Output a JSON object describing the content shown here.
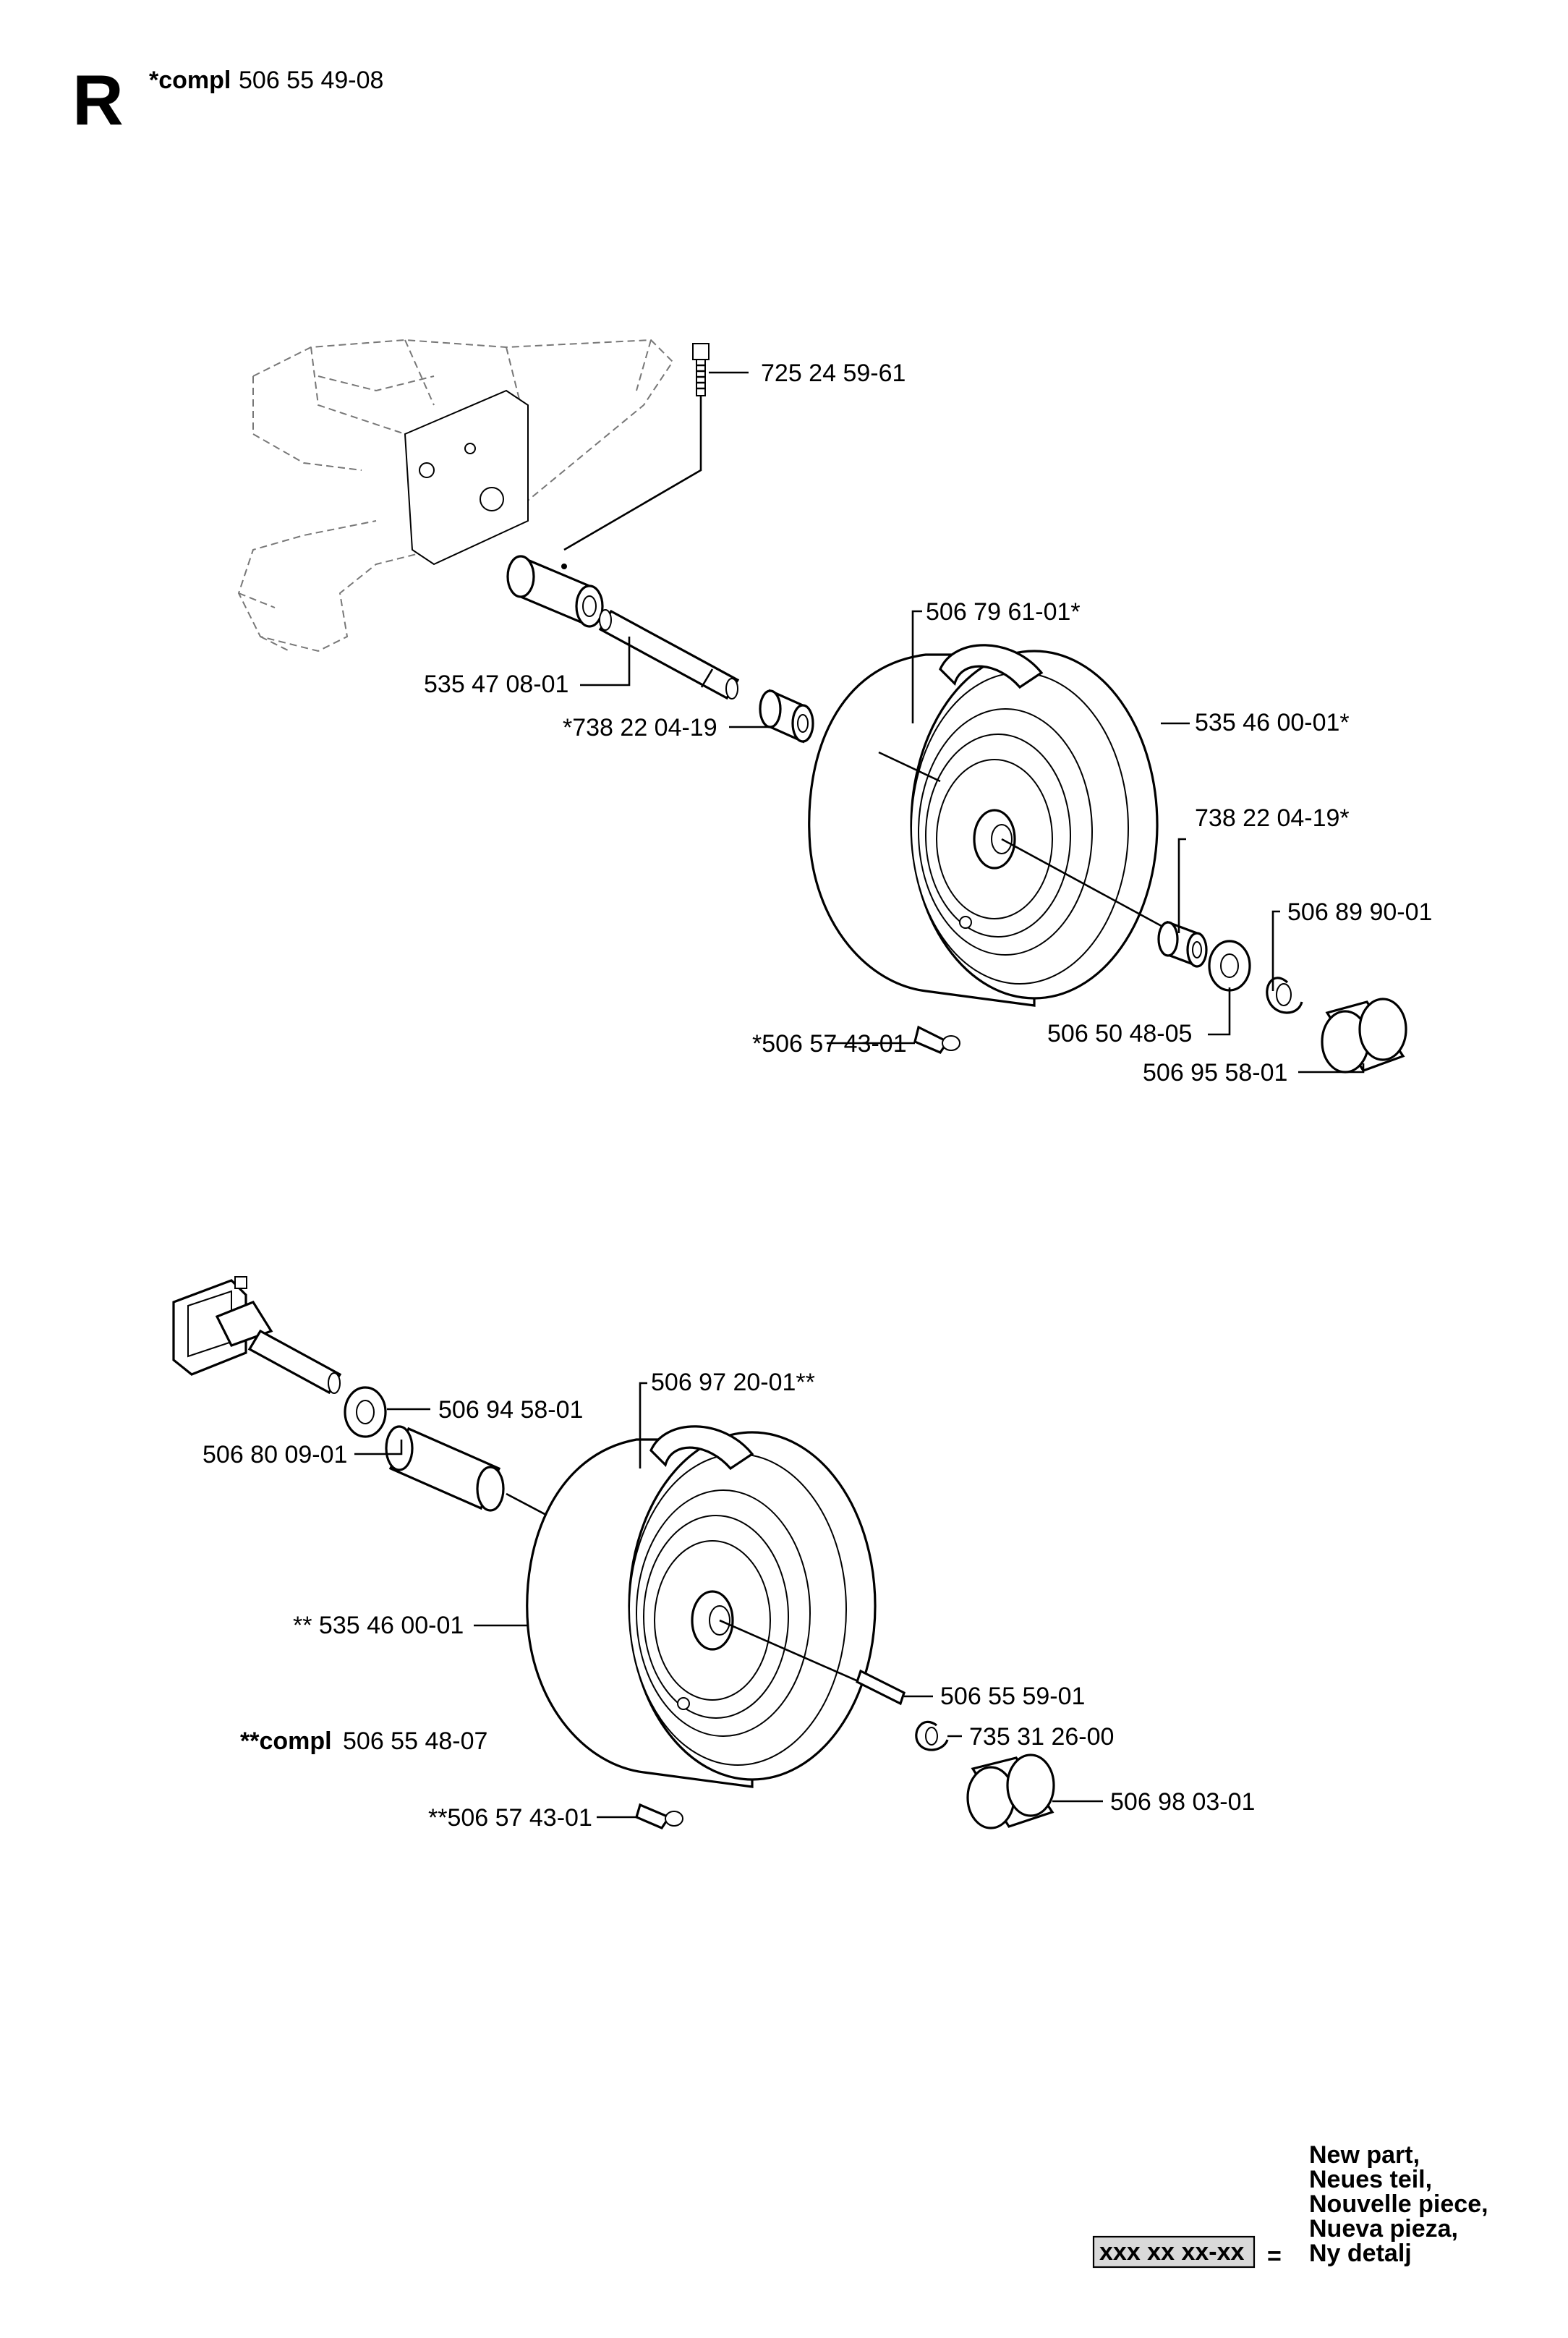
{
  "header": {
    "section_letter": "R",
    "compl_prefix": "*compl",
    "compl_number": "506 55 49-08"
  },
  "upper_assembly": {
    "callouts": [
      {
        "id": "bolt",
        "text": "725 24 59-61"
      },
      {
        "id": "axle",
        "text": "535 47 08-01"
      },
      {
        "id": "bearing_inner",
        "text": "*738 22 04-19"
      },
      {
        "id": "rim",
        "text": "506 79 61-01*"
      },
      {
        "id": "tire",
        "text": "535 46 00-01*"
      },
      {
        "id": "bearing_outer",
        "text": "738 22 04-19*"
      },
      {
        "id": "circlip",
        "text": "506 89 90-01"
      },
      {
        "id": "washer",
        "text": "506 50 48-05"
      },
      {
        "id": "valve",
        "text": "*506 57 43-01"
      },
      {
        "id": "hubcap",
        "text": "506 95 58-01"
      }
    ]
  },
  "lower_assembly": {
    "callouts": [
      {
        "id": "washer",
        "text": "506 94 58-01"
      },
      {
        "id": "spacer",
        "text": "506 80 09-01"
      },
      {
        "id": "rim",
        "text": "506 97 20-01**"
      },
      {
        "id": "tire",
        "text": "** 535 46 00-01"
      },
      {
        "id": "key",
        "text": "506 55 59-01"
      },
      {
        "id": "circlip",
        "text": "735 31 26-00"
      },
      {
        "id": "valve",
        "text": "**506 57 43-01"
      },
      {
        "id": "hubcap",
        "text": "506 98 03-01"
      }
    ],
    "compl_prefix": "**compl",
    "compl_number": "506 55 48-07"
  },
  "legend": {
    "lines": [
      "New part,",
      "Neues teil,",
      "Nouvelle piece,",
      "Nueva pieza,",
      "Ny detalj"
    ],
    "box_text": "xxx xx xx-xx",
    "equals": "="
  },
  "colors": {
    "line": "#000000",
    "shade": "#d9d9d9",
    "background": "#ffffff"
  }
}
